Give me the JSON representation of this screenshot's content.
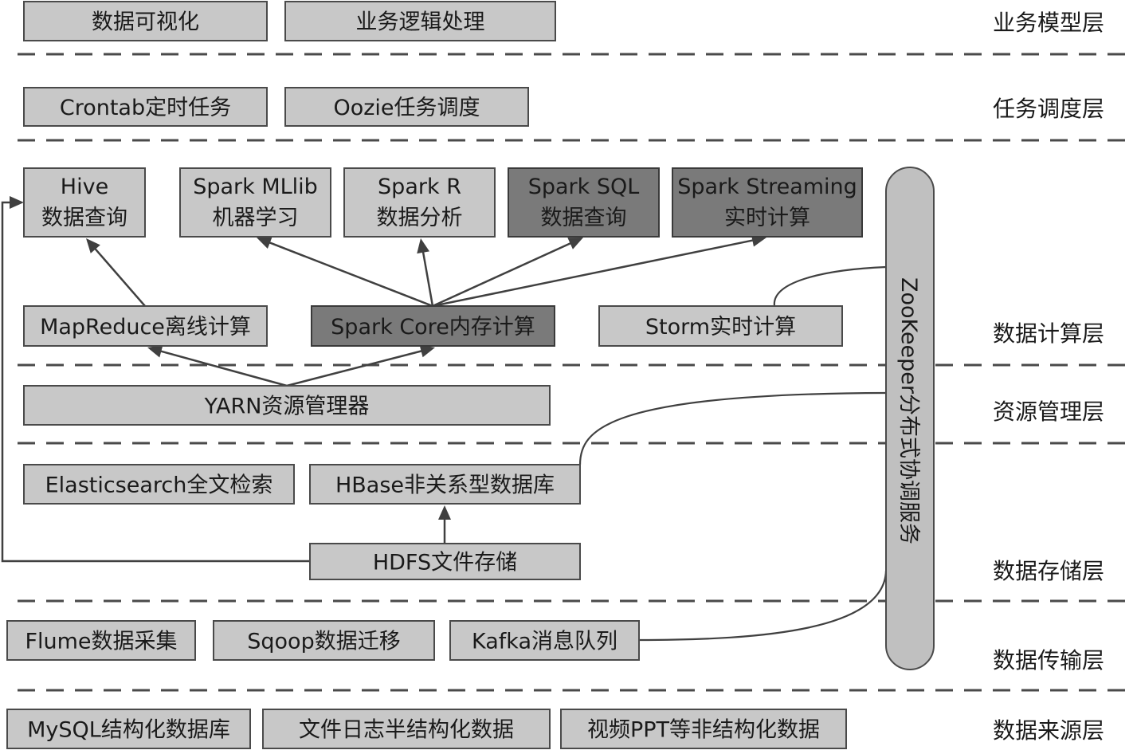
{
  "colors": {
    "box_light": "#c8c8c8",
    "box_dark": "#7a7a7a",
    "pill": "#c0c0c0",
    "line": "#404040"
  },
  "layers": [
    {
      "id": "business",
      "label": "业务模型层"
    },
    {
      "id": "scheduling",
      "label": "任务调度层"
    },
    {
      "id": "compute",
      "label": "数据计算层"
    },
    {
      "id": "resource",
      "label": "资源管理层"
    },
    {
      "id": "storage",
      "label": "数据存储层"
    },
    {
      "id": "transport",
      "label": "数据传输层"
    },
    {
      "id": "source",
      "label": "数据来源层"
    }
  ],
  "nodes": {
    "visualization": {
      "lines": [
        "数据可视化"
      ],
      "style": "light"
    },
    "business_logic": {
      "lines": [
        "业务逻辑处理"
      ],
      "style": "light"
    },
    "crontab": {
      "lines": [
        "Crontab定时任务"
      ],
      "style": "light"
    },
    "oozie": {
      "lines": [
        "Oozie任务调度"
      ],
      "style": "light"
    },
    "hive": {
      "lines": [
        "Hive",
        "数据查询"
      ],
      "style": "light"
    },
    "mllib": {
      "lines": [
        "Spark MLlib",
        "机器学习"
      ],
      "style": "light"
    },
    "spark_r": {
      "lines": [
        "Spark R",
        "数据分析"
      ],
      "style": "light"
    },
    "spark_sql": {
      "lines": [
        "Spark SQL",
        "数据查询"
      ],
      "style": "dark"
    },
    "spark_streaming": {
      "lines": [
        "Spark Streaming",
        "实时计算"
      ],
      "style": "dark"
    },
    "mapreduce": {
      "lines": [
        "MapReduce离线计算"
      ],
      "style": "light"
    },
    "spark_core": {
      "lines": [
        "Spark Core内存计算"
      ],
      "style": "dark"
    },
    "storm": {
      "lines": [
        "Storm实时计算"
      ],
      "style": "light"
    },
    "yarn": {
      "lines": [
        "YARN资源管理器"
      ],
      "style": "light"
    },
    "elasticsearch": {
      "lines": [
        "Elasticsearch全文检索"
      ],
      "style": "light"
    },
    "hbase": {
      "lines": [
        "HBase非关系型数据库"
      ],
      "style": "light"
    },
    "hdfs": {
      "lines": [
        "HDFS文件存储"
      ],
      "style": "light"
    },
    "flume": {
      "lines": [
        "Flume数据采集"
      ],
      "style": "light"
    },
    "sqoop": {
      "lines": [
        "Sqoop数据迁移"
      ],
      "style": "light"
    },
    "kafka": {
      "lines": [
        "Kafka消息队列"
      ],
      "style": "light"
    },
    "mysql": {
      "lines": [
        "MySQL结构化数据库"
      ],
      "style": "light"
    },
    "logs": {
      "lines": [
        "文件日志半结构化数据"
      ],
      "style": "light"
    },
    "video": {
      "lines": [
        "视频PPT等非结构化数据"
      ],
      "style": "light"
    }
  },
  "zookeeper": {
    "label": "ZooKeeper分布式协调服务"
  },
  "edges": [
    {
      "from": "mapreduce",
      "to": "hive",
      "type": "arrow"
    },
    {
      "from": "spark_core",
      "to": "mllib",
      "type": "arrow"
    },
    {
      "from": "spark_core",
      "to": "spark_r",
      "type": "arrow"
    },
    {
      "from": "spark_core",
      "to": "spark_sql",
      "type": "arrow"
    },
    {
      "from": "spark_core",
      "to": "spark_streaming",
      "type": "arrow"
    },
    {
      "from": "yarn",
      "to": "mapreduce",
      "type": "arrow"
    },
    {
      "from": "yarn",
      "to": "spark_core",
      "type": "arrow"
    },
    {
      "from": "hdfs",
      "to": "hbase",
      "type": "arrow"
    },
    {
      "from": "hdfs",
      "to": "hive",
      "type": "arrow"
    },
    {
      "from": "storm",
      "to": "zookeeper",
      "type": "line"
    },
    {
      "from": "hbase",
      "to": "zookeeper",
      "type": "line"
    },
    {
      "from": "kafka",
      "to": "zookeeper",
      "type": "line"
    }
  ]
}
